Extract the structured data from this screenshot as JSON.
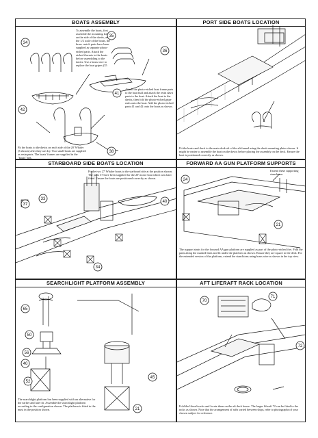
{
  "panels": {
    "boats_assembly": {
      "title": "BOATS ASSEMBLY",
      "text_top": "To assemble the boats, first assemble the mounting frame on the side of the davits, as the 1/2 scale of the boats, the brass crutch parts have been supplied as separate photo-etched parts. Attach the etched thwarts to the boats before assembling to the davits. Use a brass wire to replace the boat gripes (35 and 36).",
      "text_mid": "Attach the photo-etched boat frame parts to the boat hull and attach the resin davit parts to the boat. Attach the boat to the davits, then fold the photo-etched gripe ends onto the boat. Add the photo-etched parts 41 and 42 onto the boats as shown.",
      "text_bottom": "Fit the boats to the davits on each side of the 20' Whaler (3 shown) after they are dry. Two small boats are supplied as resin parts. The boats' frames are supplied in the \"boats\" fret.",
      "callouts": [
        "34",
        "35",
        "36",
        "41",
        "42",
        "38"
      ]
    },
    "port_boats": {
      "title": "PORT SIDE BOATS LOCATION",
      "text": "Fit the boats and davit to the main deck aft of the aft funnel using the davit mounting plates shown. It might be easier to assemble the boat on the davits before placing the assembly on the deck. Ensure the boat is positioned correctly as shown."
    },
    "starboard_boats": {
      "title": "STARBOARD SIDE BOATS LOCATION",
      "text": "Fit the two 27' Whaler boats to the starboard side at the position shown. The parts 37 have been supplied for the 20' motor boat which was later fitted. Ensure the boats are positioned correctly as shown.",
      "callouts": [
        "37",
        "33",
        "40",
        "34"
      ]
    },
    "forward_aa": {
      "title": "FORWARD AA GUN PLATFORM SUPPORTS",
      "label_extend": "Extend these supporting stanchions.",
      "text": "The support struts for the forward AA gun platform are supplied as part of the photo-etched fret. Fold the parts along the marked lines and fit under the platform as shown. Ensure they are square to the deck. For the extended version of the platform, extend the stanchions using brass wire as shown in the top view.",
      "callouts": [
        "24",
        "21"
      ]
    },
    "searchlight": {
      "title": "SEARCHLIGHT PLATFORM ASSEMBLY",
      "text": "The searchlight platform has been supplied with an alternative for the earlier and later fit. Assemble the searchlight platform according to the configuration shown. The platform is fitted to the mast in the position shown.",
      "callouts": [
        "65",
        "50",
        "56",
        "40",
        "52",
        "45",
        "21"
      ]
    },
    "aft_liferaft": {
      "title": "AFT LIFERAFT RACK LOCATION",
      "text": "Fold the liferaft racks and locate them on the aft deck house. The larger liferaft 72 can be fitted to the racks as shown. Note that the arrangement of rafts varied between ships, refer to photographs of your chosen subject for reference.",
      "callouts": [
        "70",
        "71",
        "72"
      ]
    }
  }
}
